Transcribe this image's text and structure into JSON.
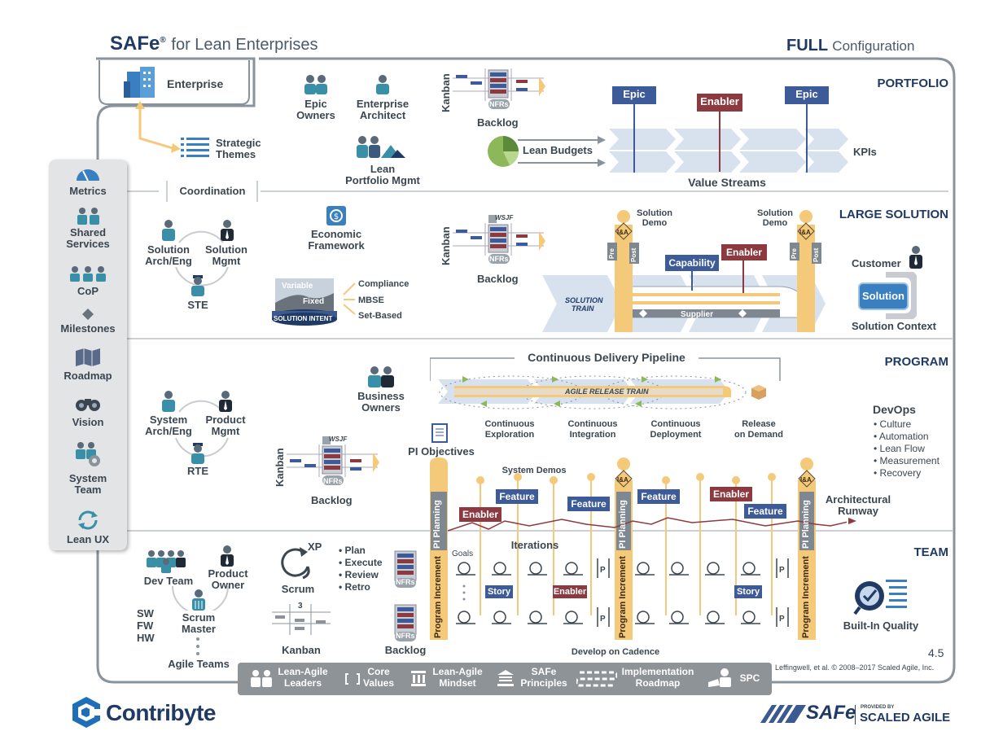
{
  "header": {
    "brand": "SAFe",
    "reg": "®",
    "subtitle": "for Lean Enterprises",
    "config_bold": "FULL",
    "config_rest": "Configuration"
  },
  "levels": {
    "portfolio": "PORTFOLIO",
    "large_solution": "LARGE SOLUTION",
    "program": "PROGRAM",
    "team": "TEAM"
  },
  "portfolio": {
    "enterprise": "Enterprise",
    "strategic_themes": [
      "Strategic",
      "Themes"
    ],
    "epic_owners": [
      "Epic",
      "Owners"
    ],
    "enterprise_architect": [
      "Enterprise",
      "Architect"
    ],
    "lean_portfolio_mgmt": [
      "Lean",
      "Portfolio Mgmt"
    ],
    "kanban": "Kanban",
    "nfrs": "NFRs",
    "backlog": "Backlog",
    "lean_budgets": "Lean Budgets",
    "epic1": "Epic",
    "enabler": "Enabler",
    "epic2": "Epic",
    "kpis": "KPIs",
    "value_streams": "Value Streams"
  },
  "coordination": "Coordination",
  "sidebar": [
    {
      "label": "Metrics"
    },
    {
      "label": "Shared Services",
      "lines": [
        "Shared",
        "Services"
      ]
    },
    {
      "label": "CoP"
    },
    {
      "label": "Milestones"
    },
    {
      "label": "Roadmap"
    },
    {
      "label": "Vision"
    },
    {
      "label": "System Team",
      "lines": [
        "System",
        "Team"
      ]
    },
    {
      "label": "Lean UX"
    }
  ],
  "large_solution": {
    "solution_arch": [
      "Solution",
      "Arch/Eng"
    ],
    "solution_mgmt": [
      "Solution",
      "Mgmt"
    ],
    "ste": "STE",
    "economic_framework": [
      "Economic",
      "Framework"
    ],
    "variable": "Variable",
    "fixed": "Fixed",
    "solution_intent": "SOLUTION INTENT",
    "compliance": "Compliance",
    "mbse": "MBSE",
    "set_based": "Set-Based",
    "kanban": "Kanban",
    "wsjf": "WSJF",
    "nfrs": "NFRs",
    "backlog": "Backlog",
    "solution_demo": [
      "Solution",
      "Demo"
    ],
    "pre": "Pre",
    "post": "Post",
    "ia": "I&A",
    "capability": "Capability",
    "enabler": "Enabler",
    "solution_train": [
      "SOLUTION",
      "TRAIN"
    ],
    "supplier": "Supplier",
    "customer": "Customer",
    "solution": "Solution",
    "solution_context": "Solution Context"
  },
  "program": {
    "system_arch": [
      "System",
      "Arch/Eng"
    ],
    "product_mgmt": [
      "Product",
      "Mgmt"
    ],
    "rte": "RTE",
    "business_owners": [
      "Business",
      "Owners"
    ],
    "cdp": "Continuous Delivery Pipeline",
    "art": "AGILE RELEASE TRAIN",
    "cont_exploration": [
      "Continuous",
      "Exploration"
    ],
    "cont_integration": [
      "Continuous",
      "Integration"
    ],
    "cont_deployment": [
      "Continuous",
      "Deployment"
    ],
    "release_on_demand": [
      "Release",
      "on Demand"
    ],
    "devops": "DevOps",
    "devops_items": [
      "• Culture",
      "• Automation",
      "• Lean Flow",
      "• Measurement",
      "• Recovery"
    ],
    "kanban": "Kanban",
    "wsjf": "WSJF",
    "nfrs": "NFRs",
    "backlog": "Backlog",
    "pi_objectives": "PI Objectives",
    "system_demos": "System Demos",
    "pi_planning": "PI Planning",
    "program_increment": "Program Increment",
    "enabler": "Enabler",
    "feature": "Feature",
    "architectural_runway": [
      "Architectural",
      "Runway"
    ],
    "iterations": "Iterations"
  },
  "team": {
    "dev_team": "Dev Team",
    "product_owner": [
      "Product",
      "Owner"
    ],
    "scrum_master": [
      "Scrum",
      "Master"
    ],
    "sw": "SW",
    "fw": "FW",
    "hw": "HW",
    "agile_teams": "Agile Teams",
    "xp": "XP",
    "scrum": "Scrum",
    "ceremonies": [
      "• Plan",
      "• Execute",
      "• Review",
      "• Retro"
    ],
    "kanban": "Kanban",
    "kanban_num": "3",
    "nfrs": "NFRs",
    "backlog": "Backlog",
    "goals": "Goals",
    "story": "Story",
    "enabler": "Enabler",
    "p": "P",
    "develop_on_cadence": "Develop on Cadence",
    "built_in_quality": "Built-In Quality",
    "version": "4.5",
    "copyright": "Leffingwell, et al. © 2008–2017 Scaled Agile, Inc."
  },
  "foundation": [
    {
      "lines": [
        "Lean-Agile",
        "Leaders"
      ]
    },
    {
      "lines": [
        "Core",
        "Values"
      ]
    },
    {
      "lines": [
        "Lean-Agile",
        "Mindset"
      ]
    },
    {
      "lines": [
        "SAFe",
        "Principles"
      ]
    },
    {
      "lines": [
        "Implementation",
        "Roadmap"
      ]
    },
    {
      "lines": [
        "SPC"
      ]
    }
  ],
  "footer": {
    "contribyte": "Contribyte",
    "safe": "SAFe",
    "provided_by": "PROVIDED BY",
    "scaled_agile": "SCALED AGILE"
  },
  "colors": {
    "navy": "#1f3a64",
    "feature_blue": "#3d5a99",
    "enabler_red": "#8c3a40",
    "pillar_orange": "#f5c97a",
    "teal": "#3a8fa8"
  }
}
